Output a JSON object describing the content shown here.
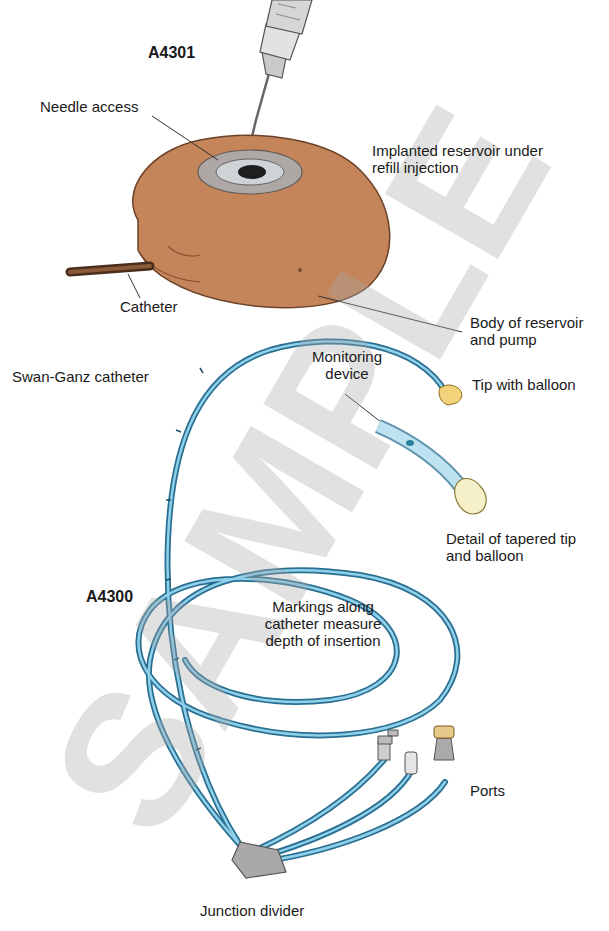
{
  "diagram": {
    "labels": [
      "A4301",
      "Needle access",
      "Implanted reservoir under refill injection",
      "Body of reservoir and pump",
      "Catheter",
      "Swan-Ganz catheter",
      "Monitoring device",
      "Tip with balloon",
      "Detail of tapered tip and balloon",
      "A4300",
      "Markings along catheter measure depth of insertion",
      "Ports",
      "Junction divider",
      "SAMPLE"
    ]
  }
}
